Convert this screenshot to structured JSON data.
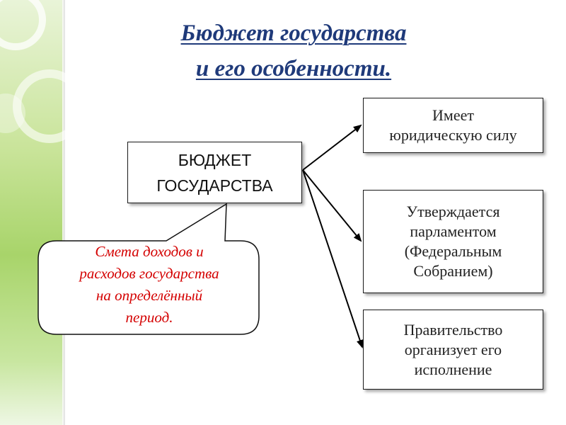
{
  "title": {
    "line1": "Бюджет государства",
    "line2": "и его особенности."
  },
  "main_box": {
    "text": "БЮДЖЕТ\nГОСУДАРСТВА"
  },
  "features": [
    {
      "text": "Имеет\nюридическую силу"
    },
    {
      "text": "Утверждается\nпарламентом\n(Федеральным\nСобранием)"
    },
    {
      "text": "Правительство\nорганизует его\nисполнение"
    }
  ],
  "callout": {
    "text": "Смета доходов и\nрасходов государства\nна определённый\nпериод."
  },
  "colors": {
    "title": "#1f3a7a",
    "callout_text": "#d40000",
    "side_strip": "#a8d46a"
  }
}
